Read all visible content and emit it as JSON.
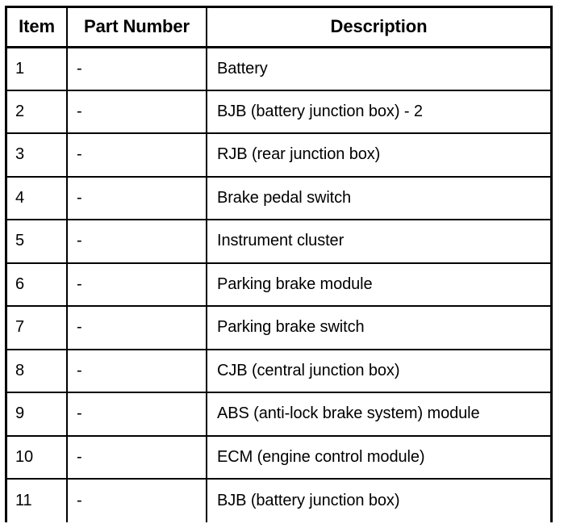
{
  "table": {
    "columns": [
      {
        "key": "item",
        "label": "Item",
        "align": "center"
      },
      {
        "key": "part_number",
        "label": "Part Number",
        "align": "center"
      },
      {
        "key": "description",
        "label": "Description",
        "align": "center"
      }
    ],
    "rows": [
      {
        "item": "1",
        "part_number": "-",
        "description": "Battery"
      },
      {
        "item": "2",
        "part_number": "-",
        "description": "BJB (battery junction box) - 2"
      },
      {
        "item": "3",
        "part_number": "-",
        "description": "RJB (rear junction box)"
      },
      {
        "item": "4",
        "part_number": "-",
        "description": "Brake pedal switch"
      },
      {
        "item": "5",
        "part_number": "-",
        "description": "Instrument cluster"
      },
      {
        "item": "6",
        "part_number": "-",
        "description": "Parking brake module"
      },
      {
        "item": "7",
        "part_number": "-",
        "description": "Parking brake switch"
      },
      {
        "item": "8",
        "part_number": "-",
        "description": "CJB (central junction box)"
      },
      {
        "item": "9",
        "part_number": "-",
        "description": "ABS (anti-lock brake system) module"
      },
      {
        "item": "10",
        "part_number": "-",
        "description": "ECM (engine control module)"
      },
      {
        "item": "11",
        "part_number": "-",
        "description": "BJB (battery junction box)"
      }
    ]
  },
  "colors": {
    "background": "#ffffff",
    "border": "#000000",
    "text": "#000000"
  }
}
